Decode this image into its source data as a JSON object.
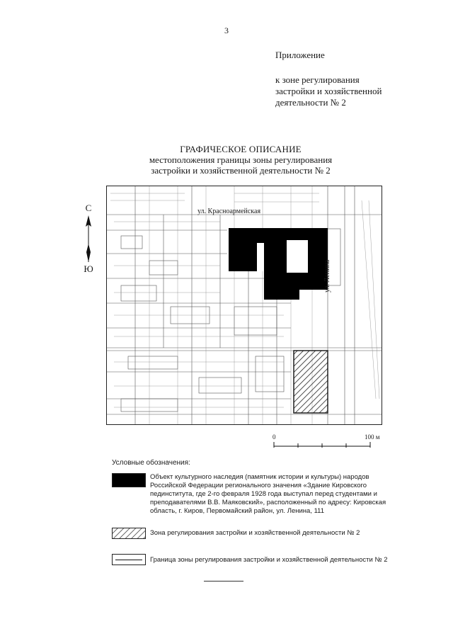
{
  "page_number": "3",
  "appendix": {
    "heading": "Приложение",
    "lines": [
      "к зоне регулирования",
      "застройки и хозяйственной",
      "деятельности № 2"
    ]
  },
  "title": {
    "line1": "ГРАФИЧЕСКОЕ ОПИСАНИЕ",
    "line2": "местоположения границы зоны регулирования",
    "line3": "застройки и хозяйственной деятельности № 2"
  },
  "compass": {
    "north": "С",
    "south": "Ю"
  },
  "map": {
    "street_krasnoarmeyskaya": "ул. Красноармейская",
    "street_lenina": "ул. Ленина"
  },
  "scale": {
    "start": "0",
    "end": "100 м"
  },
  "legend": {
    "title": "Условные обозначения:",
    "items": [
      {
        "text": "Объект культурного наследия (памятник истории и культуры) народов Российской Федерации регионального значения «Здание Кировского пединститута, где 2-го февраля 1928 года выступал перед студентами и преподавателями В.В. Маяковский», расположенный по адресу: Кировская область, г. Киров, Первомайский район, ул. Ленина, 111"
      },
      {
        "text": "Зона регулирования застройки и хозяйственной деятельности № 2"
      },
      {
        "text": "Граница зоны регулирования застройки и хозяйственной деятельности № 2"
      }
    ]
  }
}
